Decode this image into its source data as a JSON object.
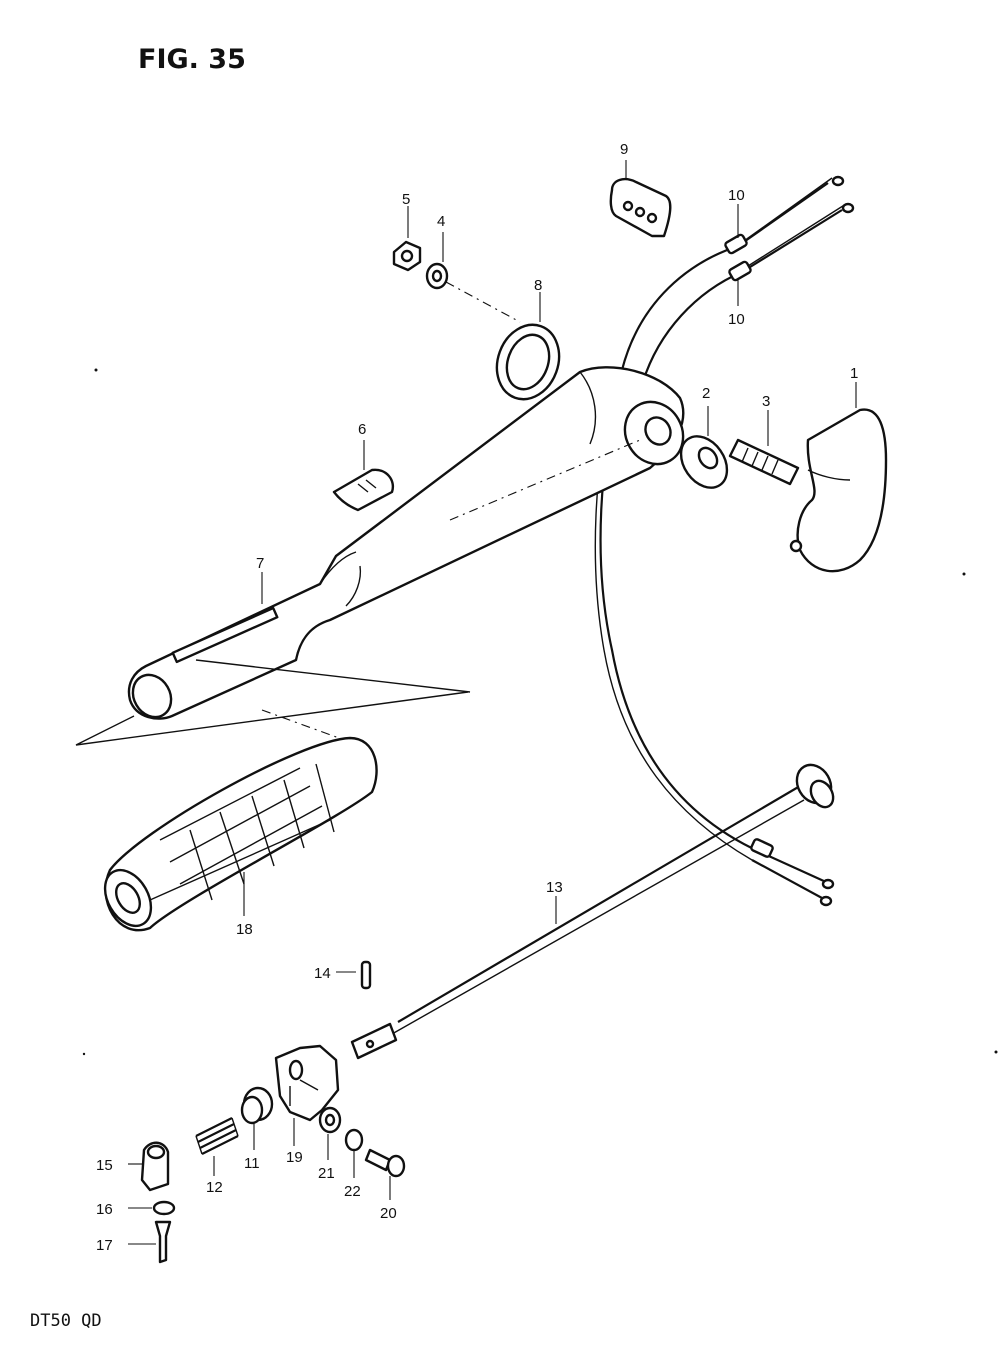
{
  "figure": {
    "title": "FIG. 35",
    "model": "DT50  QD"
  },
  "callouts": {
    "p1": "1",
    "p2": "2",
    "p3": "3",
    "p4": "4",
    "p5": "5",
    "p6": "6",
    "p7": "7",
    "p8": "8",
    "p9": "9",
    "p10a": "10",
    "p10b": "10",
    "p11": "11",
    "p12": "12",
    "p13": "13",
    "p14": "14",
    "p15": "15",
    "p16": "16",
    "p17": "17",
    "p18": "18",
    "p19": "19",
    "p20": "20",
    "p21": "21",
    "p22": "22"
  }
}
